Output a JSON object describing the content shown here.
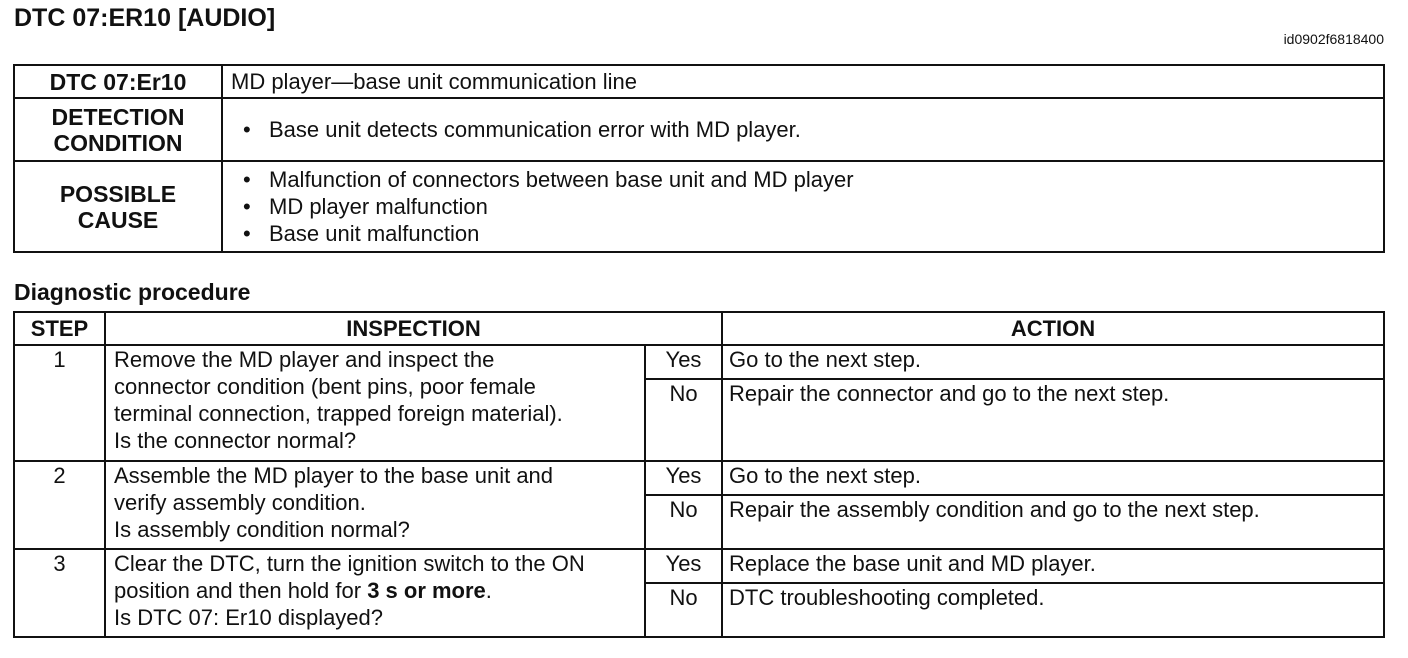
{
  "header": {
    "title": "DTC 07:ER10 [AUDIO]",
    "doc_id": "id0902f6818400"
  },
  "info_table": {
    "dtc_label": "DTC 07:Er10",
    "dtc_value": "MD player—base unit communication line",
    "detection_label_line1": "DETECTION",
    "detection_label_line2": "CONDITION",
    "detection_items": [
      "Base unit detects communication error with MD player."
    ],
    "cause_label_line1": "POSSIBLE",
    "cause_label_line2": "CAUSE",
    "cause_items": [
      "Malfunction of connectors between base unit and MD player",
      "MD player malfunction",
      "Base unit malfunction"
    ]
  },
  "procedure": {
    "section_title": "Diagnostic procedure",
    "headers": {
      "step": "STEP",
      "inspection": "INSPECTION",
      "action": "ACTION"
    },
    "steps": [
      {
        "step": "1",
        "inspection_lines": [
          "Remove the MD player and inspect the",
          "connector condition (bent pins, poor female",
          "terminal connection, trapped foreign material).",
          "Is the connector normal?"
        ],
        "yes": "Yes",
        "yes_action": "Go to the next step.",
        "no": "No",
        "no_action": "Repair the connector and go to the next step."
      },
      {
        "step": "2",
        "inspection_lines": [
          "Assemble the MD player to the base unit and",
          "verify assembly condition.",
          "Is assembly condition normal?"
        ],
        "yes": "Yes",
        "yes_action": "Go to the next step.",
        "no": "No",
        "no_action": "Repair the assembly condition and go to the next step."
      },
      {
        "step": "3",
        "inspection_line1": "Clear the DTC, turn the ignition switch to the ON",
        "inspection_line2_pre": "position and then hold for ",
        "inspection_line2_bold": "3 s or more",
        "inspection_line2_post": ".",
        "inspection_line3": "Is DTC 07: Er10 displayed?",
        "yes": "Yes",
        "yes_action": "Replace the base unit and MD player.",
        "no": "No",
        "no_action": "DTC troubleshooting completed."
      }
    ]
  }
}
